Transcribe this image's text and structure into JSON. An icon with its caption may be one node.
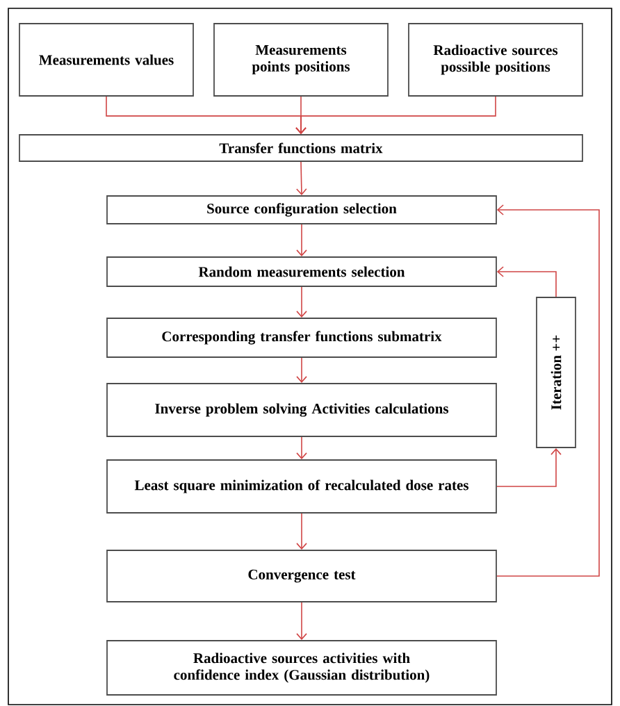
{
  "diagram": {
    "nodes": [
      {
        "text": [
          "Measurements values"
        ]
      },
      {
        "text": [
          "Measurements points positions"
        ]
      },
      {
        "text": [
          "Radioactive sources possible positions"
        ]
      },
      {
        "text": [
          "Transfer functions matrix"
        ]
      },
      {
        "text": [
          "Source configuration selection"
        ]
      },
      {
        "text": [
          "Random measurements selection"
        ]
      },
      {
        "text": [
          "Corresponding transfer functions submatrix"
        ]
      },
      {
        "text": [
          "Inverse problem solving Activities calculations"
        ]
      },
      {
        "text": [
          "Least square minimization of recalculated dose rates"
        ]
      },
      {
        "text": [
          "Convergence test"
        ]
      },
      {
        "text": [
          "Radioactive sources activities with confidence index (Gaussian distribution)"
        ]
      },
      {
        "text": [
          "Iteration ++"
        ]
      }
    ],
    "edges": [
      {
        "from": 0,
        "to": 3,
        "arrow": "to"
      },
      {
        "from": 1,
        "to": 3,
        "arrow": "to"
      },
      {
        "from": 2,
        "to": 3,
        "arrow": "to"
      },
      {
        "from": 3,
        "to": 4,
        "arrow": "to"
      },
      {
        "from": 4,
        "to": 5,
        "arrow": "to"
      },
      {
        "from": 5,
        "to": 6,
        "arrow": "to"
      },
      {
        "from": 6,
        "to": 7,
        "arrow": "to"
      },
      {
        "from": 7,
        "to": 8,
        "arrow": "to"
      },
      {
        "from": 8,
        "to": 9,
        "arrow": "to"
      },
      {
        "from": 9,
        "to": 10,
        "arrow": "to"
      },
      {
        "from": 8,
        "to": 11,
        "arrow": "to"
      },
      {
        "from": 11,
        "to": 5,
        "arrow": "to"
      },
      {
        "from": 9,
        "to": 4,
        "arrow": "to"
      }
    ]
  }
}
